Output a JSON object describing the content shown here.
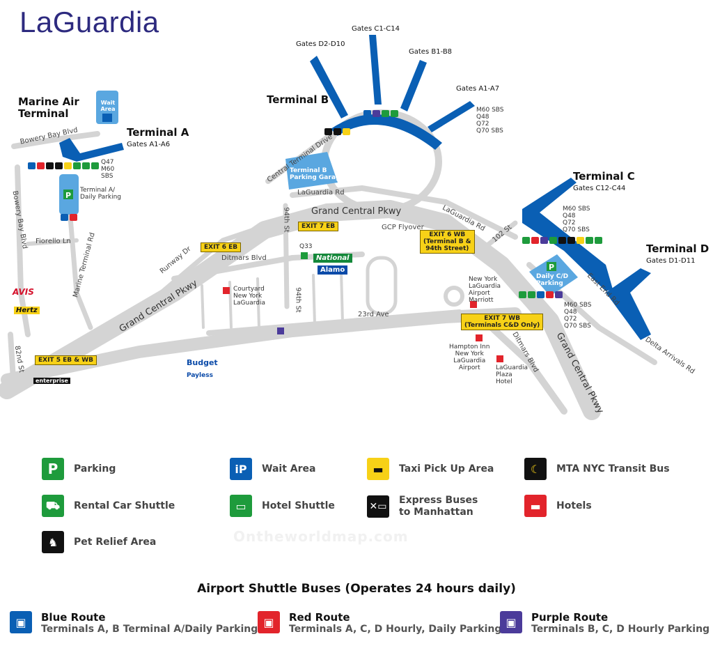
{
  "title": "LaGuardia",
  "terminals": {
    "marine": "Marine Air\nTerminal",
    "a": "Terminal A",
    "a_gates": "Gates A1-A6",
    "b": "Terminal B",
    "c": "Terminal C",
    "c_gates": "Gates C12-C44",
    "d": "Terminal D",
    "d_gates": "Gates D1-D11"
  },
  "gates_b": {
    "d": "Gates D2-D10",
    "c": "Gates C1-C14",
    "b": "Gates B1-B8",
    "a": "Gates A1-A7"
  },
  "wait_area": "Wait\nArea",
  "terminal_b_garage": "Terminal B\nParking Garage",
  "terminal_a_parking": "Terminal A/\nDaily Parking",
  "daily_cd_parking": "Daily C/D\nParking",
  "bus_routes": {
    "terminal_a": "Q47\nM60\nSBS",
    "terminal_b": "M60 SBS\nQ48\nQ72\nQ70 SBS",
    "terminal_c": "M60 SBS\nQ48\nQ72\nQ70 SBS",
    "terminal_cd_lower": "M60 SBS\nQ48\nQ72\nQ70 SBS",
    "q33": "Q33"
  },
  "roads": {
    "bowery_bay_blvd_top": "Bowery Bay Blvd",
    "bowery_bay_blvd_side": "Bowery Bay Blvd",
    "central_terminal_dr": "Central Terminal Drive",
    "laguardia_rd": "LaGuardia Rd",
    "laguardia_rd_east": "LaGuardia Rd",
    "gcp_top": "Grand Central Pkwy",
    "gcp_left": "Grand Central Pkwy",
    "gcp_right": "Grand Central Pkwy",
    "gcp_flyover": "GCP Flyover",
    "runway_dr": "Runway Dr",
    "ditmars_blvd": "Ditmars Blvd",
    "ditmars_blvd_east": "Ditmars Blvd",
    "st_94_top": "94th St",
    "st_94_bottom": "94th St",
    "ave_23": "23rd Ave",
    "fiorello_ln": "Fiorello Ln",
    "marine_terminal_rd": "Marine Terminal Rd",
    "st_82": "82nd St",
    "st_102": "102 St",
    "east_end_rd": "East End Rd",
    "delta_arrivals_rd": "Delta Arrivals Rd"
  },
  "exits": {
    "exit7eb": "EXIT 7 EB",
    "exit6eb": "EXIT 6 EB",
    "exit6wb": "EXIT 6 WB\n(Terminal B &\n94th Street)",
    "exit7wb": "EXIT 7 WB\n(Terminals C&D Only)",
    "exit5": "EXIT 5 EB & WB"
  },
  "hotels": {
    "courtyard": "Courtyard\nNew York\nLaGuardia",
    "marriott": "New York\nLaGuardia\nAirport\nMarriott",
    "hampton": "Hampton Inn\nNew York\nLaGuardia\nAirport",
    "plaza": "LaGuardia\nPlaza\nHotel"
  },
  "rentals": {
    "avis": "AVIS",
    "hertz": "Hertz",
    "national": "National",
    "alamo": "Alamo",
    "budget": "Budget",
    "payless": "Payless",
    "enterprise": "enterprise"
  },
  "legend": {
    "parking": "Parking",
    "wait_area": "Wait Area",
    "taxi": "Taxi Pick Up Area",
    "mta": "MTA NYC Transit Bus",
    "rental_shuttle": "Rental Car Shuttle",
    "hotel_shuttle": "Hotel Shuttle",
    "express": "Express Buses\nto Manhattan",
    "hotels": "Hotels",
    "pet": "Pet Relief Area"
  },
  "shuttle_title": "Airport Shuttle Buses (Operates 24 hours daily)",
  "routes": {
    "blue_name": "Blue Route",
    "blue_desc": "Terminals A, B Terminal A/Daily Parking",
    "red_name": "Red Route",
    "red_desc": "Terminals A, C, D Hourly, Daily Parking",
    "purple_name": "Purple Route",
    "purple_desc": "Terminals B, C, D Hourly Parking"
  },
  "watermark": "Ontheworldmap.com",
  "colors": {
    "terminal_blue": "#0a5fb4",
    "parking_green": "#1e9b3c",
    "road_gray": "#d6d6d6",
    "exit_yellow": "#f7d117",
    "hotel_red": "#e2242b",
    "route_blue": "#0a5fb4",
    "route_red": "#e2242b",
    "route_purple": "#4b3b9a",
    "title_navy": "#2d2a7f"
  }
}
